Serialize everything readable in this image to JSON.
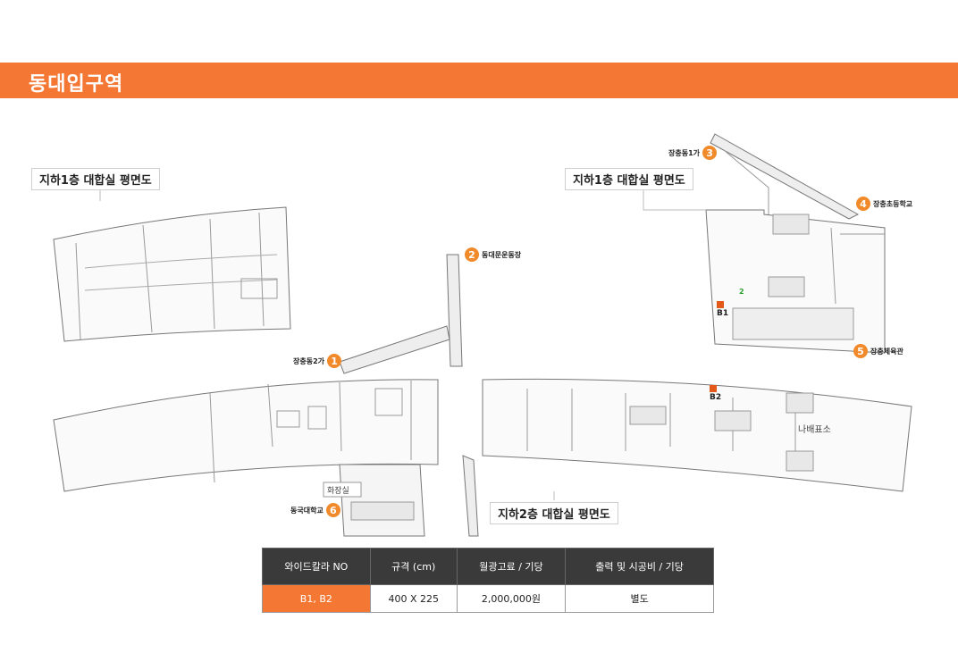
{
  "header": {
    "title": "동대입구역"
  },
  "plan_labels": [
    "지하1층 대합실 평면도",
    "지하1층 대합실 평면도",
    "지하2층 대합실 평면도"
  ],
  "exits": [
    {
      "no": "1",
      "name": "장충동2가"
    },
    {
      "no": "2",
      "name": "동대문운동장"
    },
    {
      "no": "3",
      "name": "장충동1가"
    },
    {
      "no": "4",
      "name": "장충초등학교"
    },
    {
      "no": "5",
      "name": "장충체육관"
    },
    {
      "no": "6",
      "name": "동국대학교"
    }
  ],
  "ad_positions": [
    {
      "label": "B1"
    },
    {
      "label": "B2"
    }
  ],
  "map_texts": {
    "green_mark": "2",
    "ticket_office": "나배표소",
    "restroom": "화장실"
  },
  "colors": {
    "accent": "#f47733",
    "table_header": "#3a3a3a",
    "exit_badge": "#f08a2a",
    "ad_marker": "#e35a1b"
  },
  "table": {
    "headers": [
      "와이드칼라 NO",
      "규격 (cm)",
      "월광고료 / 기당",
      "출력 및 시공비 / 기당"
    ],
    "rows": [
      [
        "B1, B2",
        "400 X 225",
        "2,000,000원",
        "별도"
      ]
    ]
  }
}
